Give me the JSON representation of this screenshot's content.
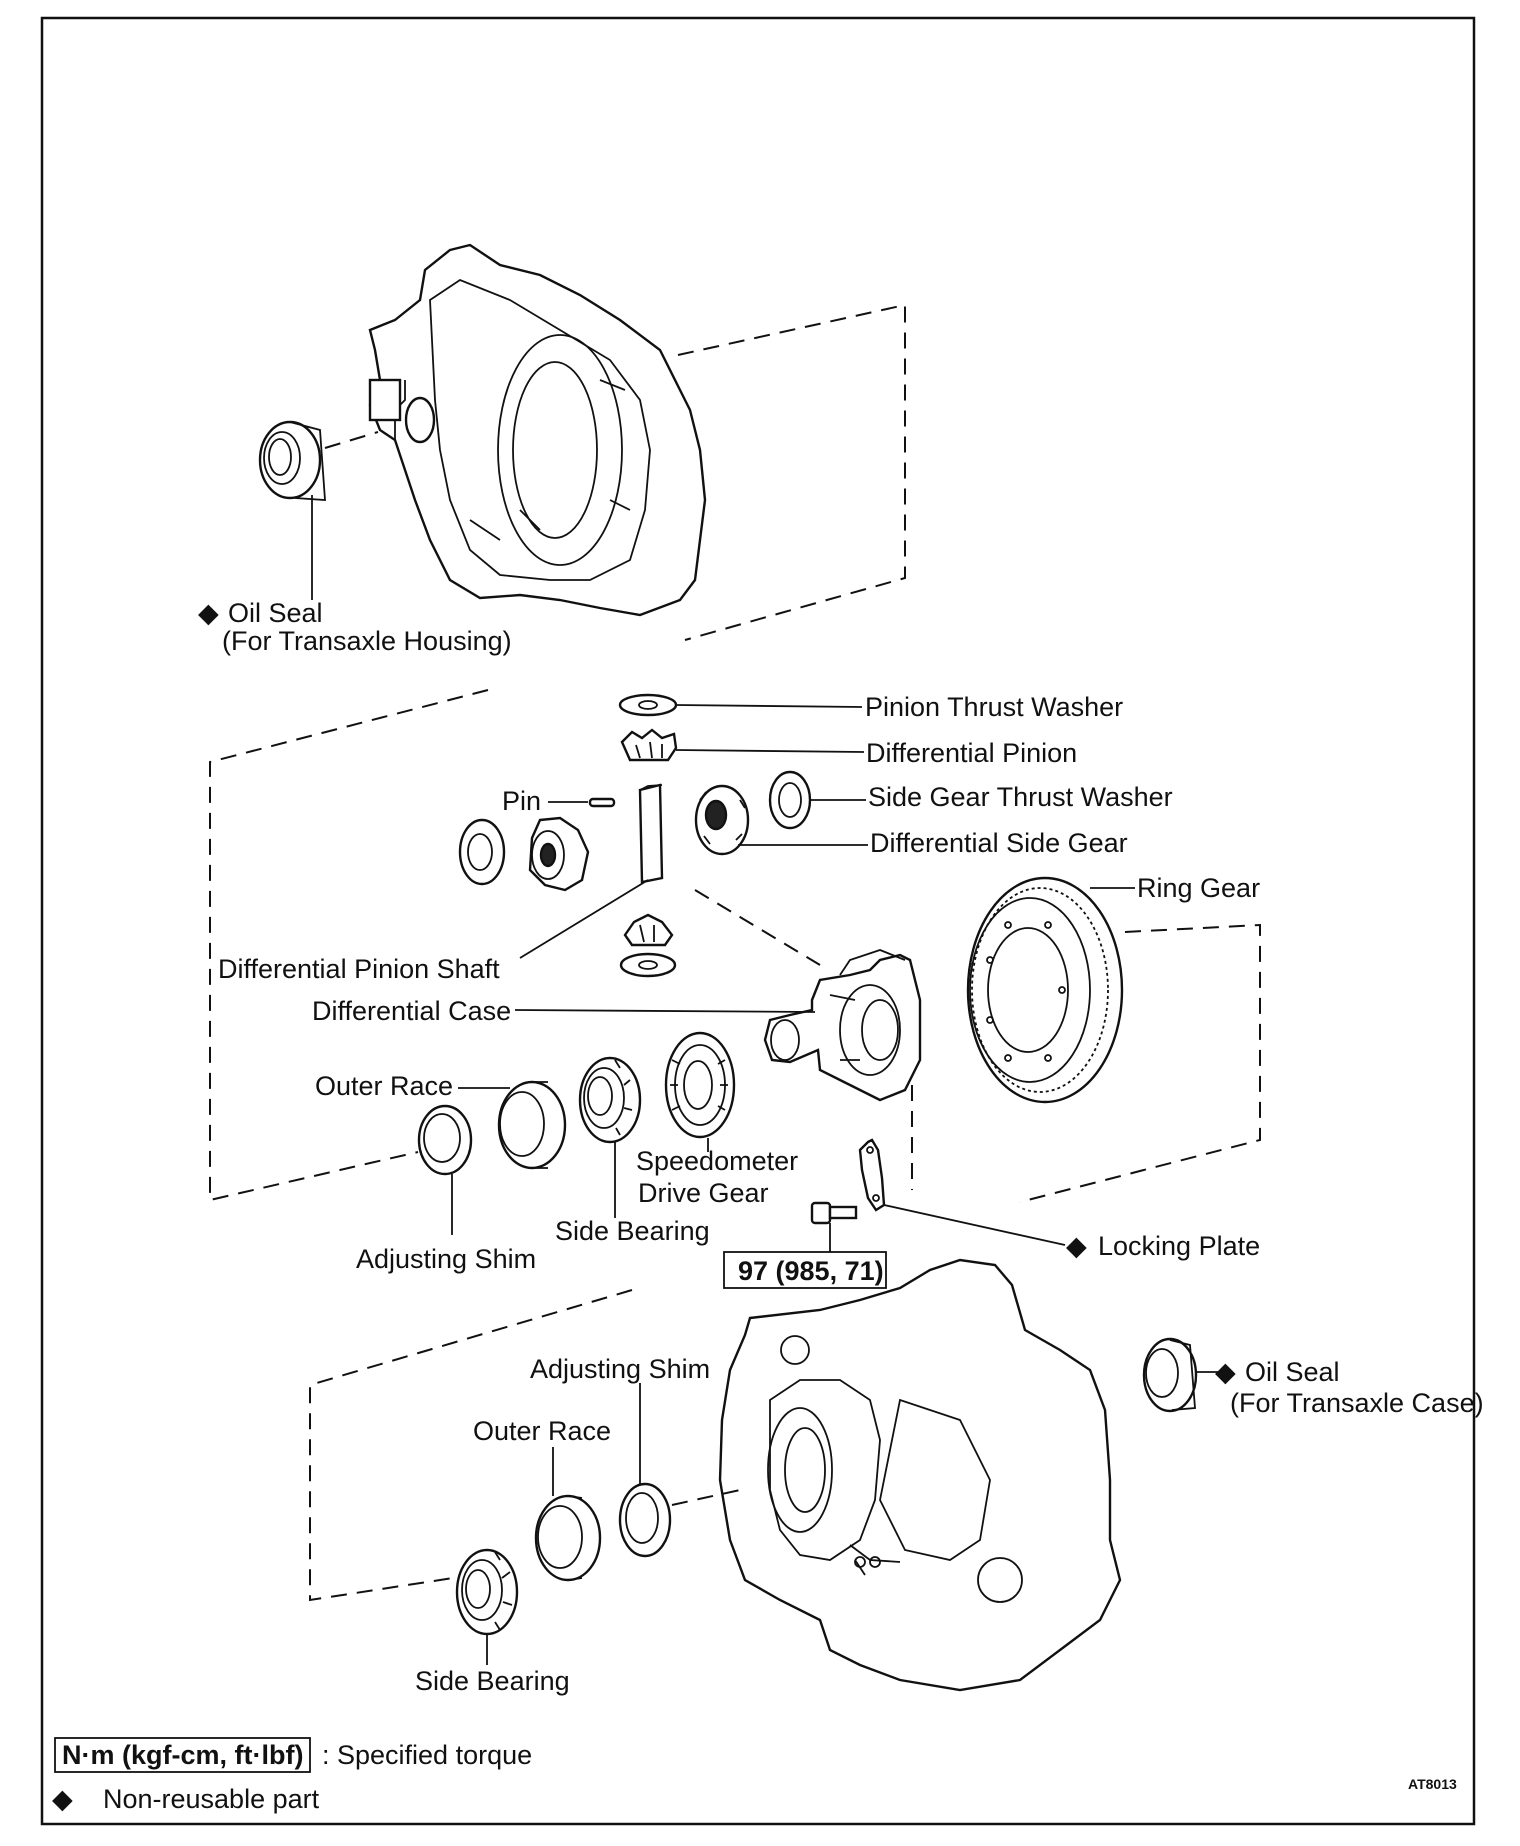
{
  "labels": {
    "oil_seal_housing": "Oil Seal",
    "oil_seal_housing_sub": "(For Transaxle Housing)",
    "pinion_thrust_washer": "Pinion Thrust Washer",
    "differential_pinion": "Differential Pinion",
    "pin": "Pin",
    "side_gear_thrust_washer": "Side Gear Thrust Washer",
    "differential_side_gear": "Differential Side Gear",
    "ring_gear": "Ring Gear",
    "differential_pinion_shaft": "Differential Pinion Shaft",
    "differential_case": "Differential Case",
    "outer_race_upper": "Outer Race",
    "speedometer_drive_gear_1": "Speedometer",
    "speedometer_drive_gear_2": "Drive Gear",
    "side_bearing_upper": "Side Bearing",
    "adjusting_shim_upper": "Adjusting Shim",
    "torque_value": "97 (985, 71)",
    "locking_plate": "Locking Plate",
    "oil_seal_case": "Oil Seal",
    "oil_seal_case_sub": "(For Transaxle Case)",
    "adjusting_shim_lower": "Adjusting Shim",
    "outer_race_lower": "Outer Race",
    "side_bearing_lower": "Side Bearing"
  },
  "legend": {
    "torque_units": "N·m (kgf-cm, ft·lbf)",
    "torque_desc": ": Specified torque",
    "nonreusable_symbol": "◆",
    "nonreusable_desc": "Non-reusable part"
  },
  "figure_code": "AT8013",
  "non_reusable_marker": "◆"
}
